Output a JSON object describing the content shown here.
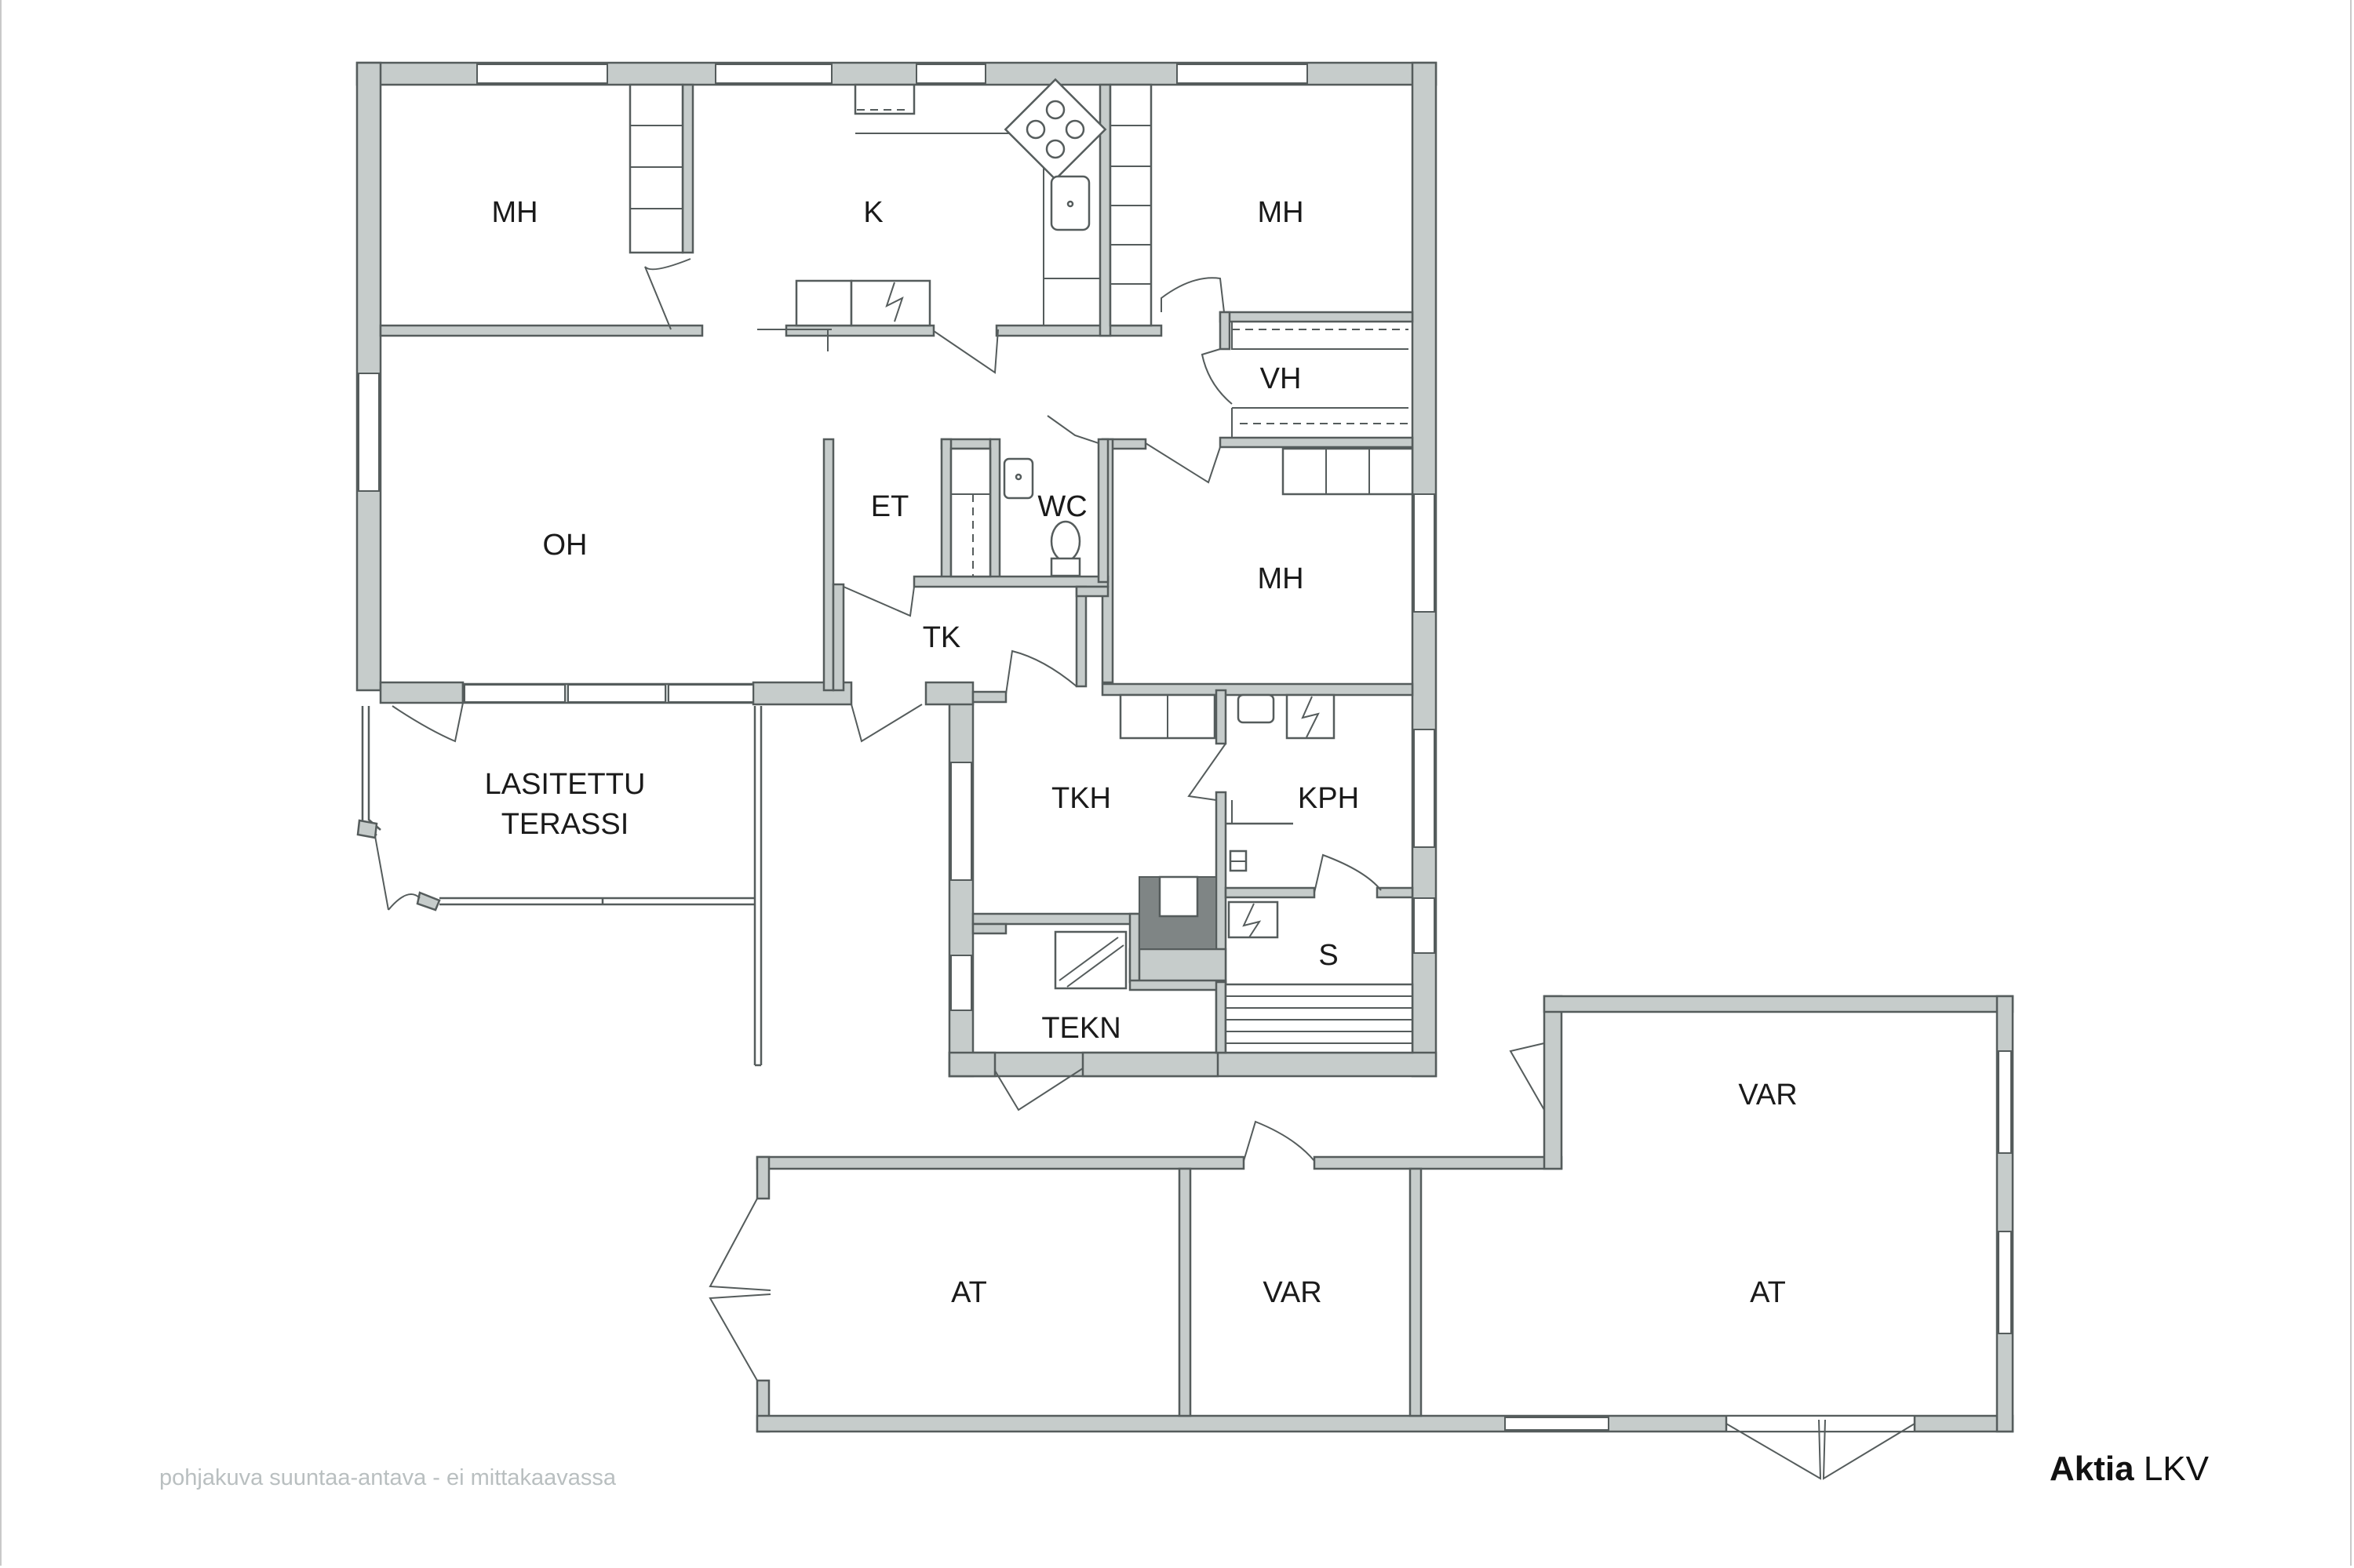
{
  "rooms": {
    "mh_left": "MH",
    "k": "K",
    "mh_right": "MH",
    "vh": "VH",
    "oh": "OH",
    "et": "ET",
    "wc": "WC",
    "mh_mid": "MH",
    "tk": "TK",
    "lasitettu_line1": "LASITETTU",
    "lasitettu_line2": "TERASSI",
    "tkh": "TKH",
    "kph": "KPH",
    "s": "S",
    "tekn": "TEKN",
    "var_top": "VAR",
    "at_left": "AT",
    "var_mid": "VAR",
    "at_right": "AT"
  },
  "caption": "pohjakuva suuntaa-antava - ei mittakaavassa",
  "logo": {
    "bold": "Aktia",
    "regular": "LKV"
  },
  "colors": {
    "wall": "#c6cccb",
    "outline": "#555c5c",
    "caption": "#b9bfc0"
  }
}
